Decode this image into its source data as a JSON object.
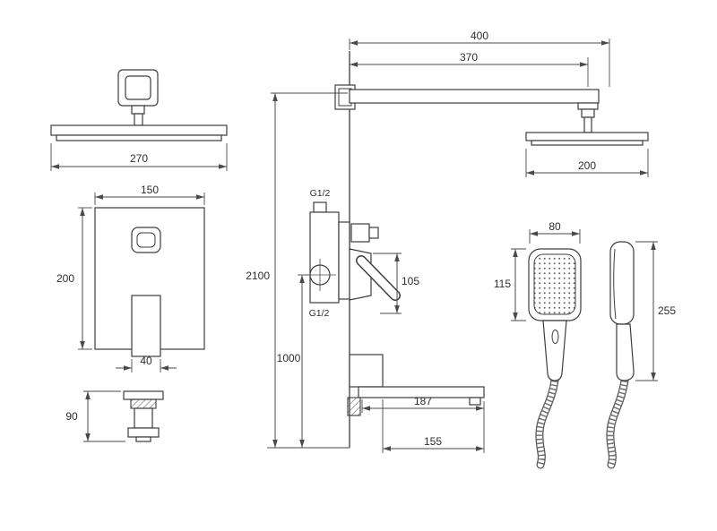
{
  "colors": {
    "line": "#3d3d3d",
    "background": "#ffffff"
  },
  "views": {
    "overhead_front": {
      "width": "270"
    },
    "plate": {
      "width": "150",
      "height": "200",
      "handle_width": "40"
    },
    "spout_profile": {
      "depth": "90"
    },
    "arm": {
      "overall": "400",
      "to_center": "370"
    },
    "overhead_side": {
      "width": "200"
    },
    "heights": {
      "ceiling": "2100",
      "spout": "1000"
    },
    "valve": {
      "thread_top": "G1/2",
      "thread_bottom": "G1/2",
      "height": "105"
    },
    "spout": {
      "reach_overall": "187",
      "reach": "155"
    },
    "hand_shower": {
      "width": "80",
      "face_height": "115",
      "length": "255"
    }
  }
}
